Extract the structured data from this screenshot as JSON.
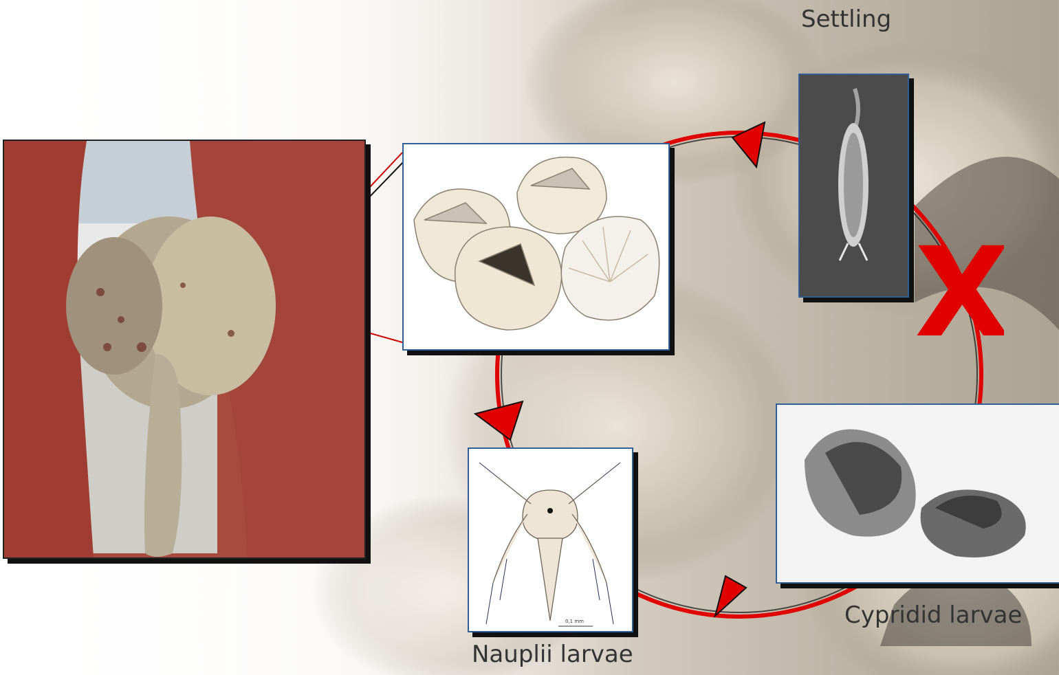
{
  "stages": {
    "adult_label": "",
    "settling_label": "Settling",
    "nauplii_label": "Nauplii larvae",
    "cyprid_label": "Cypridid larvae"
  },
  "nauplii_scale_text": "0,1 mm",
  "cross_mark": "X",
  "colors": {
    "cycle_line": "#e00000",
    "frame_border": "#2f5f96",
    "cross": "#e00000"
  }
}
